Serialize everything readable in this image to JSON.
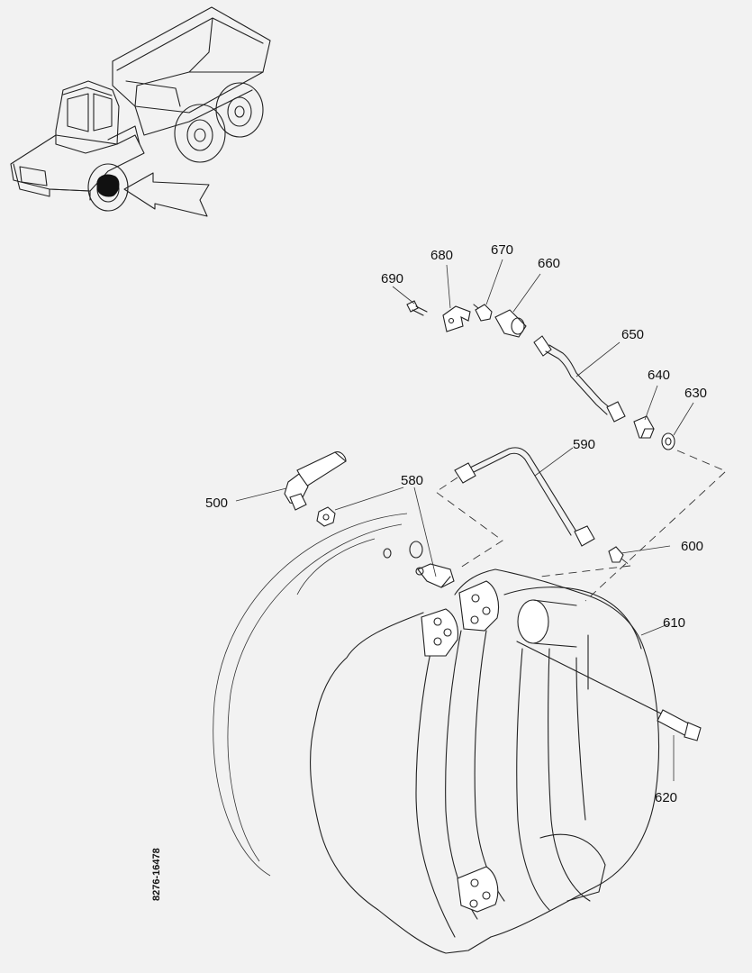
{
  "drawing": {
    "document_number": "8276-16478",
    "colors": {
      "background": "#f2f2f2",
      "line": "#222222"
    }
  },
  "callouts": [
    {
      "id": "c500",
      "label": "500"
    },
    {
      "id": "c580",
      "label": "580"
    },
    {
      "id": "c590",
      "label": "590"
    },
    {
      "id": "c600",
      "label": "600"
    },
    {
      "id": "c610",
      "label": "610"
    },
    {
      "id": "c620",
      "label": "620"
    },
    {
      "id": "c630",
      "label": "630"
    },
    {
      "id": "c640",
      "label": "640"
    },
    {
      "id": "c650",
      "label": "650"
    },
    {
      "id": "c660",
      "label": "660"
    },
    {
      "id": "c670",
      "label": "670"
    },
    {
      "id": "c680",
      "label": "680"
    },
    {
      "id": "c690",
      "label": "690"
    }
  ]
}
